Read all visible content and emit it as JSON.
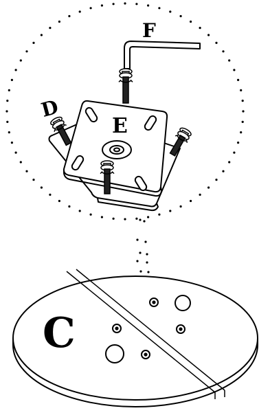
{
  "labels": {
    "c": "C",
    "d": "D",
    "e": "E",
    "f": "F"
  },
  "colors": {
    "ink": "#000000",
    "paper": "#ffffff"
  }
}
